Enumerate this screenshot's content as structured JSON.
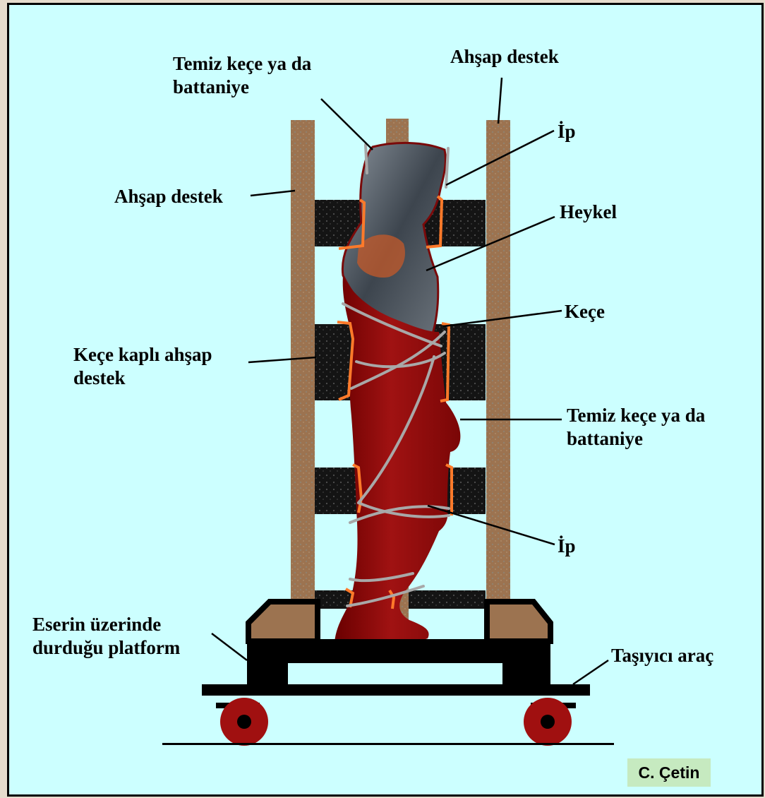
{
  "colors": {
    "background": "#ccffff",
    "border": "#000000",
    "wood": "#9c7350",
    "felt_pad": "#1a1a1a",
    "felt_edge": "#ff7a2a",
    "cloth": "#8b0a0a",
    "rope": "#a8a8a8",
    "sculpture": "#5a6470",
    "wheel": "#a01010",
    "credit_bg": "#c6eac0"
  },
  "labels": {
    "clean_felt_top_line1": "Temiz keçe ya da",
    "clean_felt_top_line2": "battaniye",
    "wood_support_top": "Ahşap destek",
    "rope_top": "İp",
    "wood_support_left": "Ahşap destek",
    "sculpture": "Heykel",
    "felt": "Keçe",
    "felt_covered_support_line1": "Keçe kaplı ahşap",
    "felt_covered_support_line2": "destek",
    "clean_felt_right_line1": "Temiz keçe ya da",
    "clean_felt_right_line2": "battaniye",
    "rope_bottom": "İp",
    "platform_line1": "Eserin üzerinde",
    "platform_line2": "durduğu platform",
    "carrier": "Taşıyıcı araç"
  },
  "credit": "C. Çetin"
}
